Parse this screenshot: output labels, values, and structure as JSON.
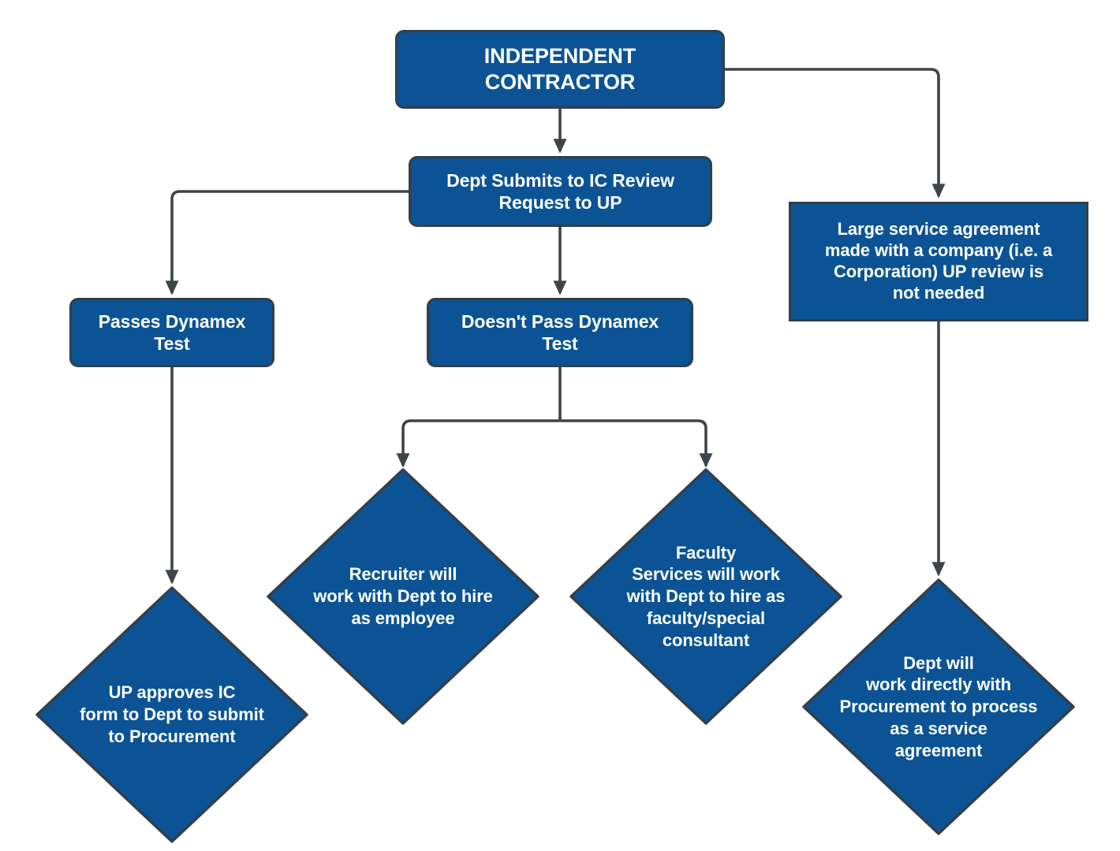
{
  "diagram": {
    "title_node": "INDEPENDENT\nCONTRACTOR",
    "colors": {
      "node_fill": "#0B5394",
      "node_border": "#333F48",
      "node_text": "#FFFFFF",
      "edge": "#3F4448",
      "background": "#FFFFFF"
    },
    "nodes": [
      {
        "id": "independent-contractor",
        "shape": "rounded-rect",
        "label": "INDEPENDENT\nCONTRACTOR",
        "font_size": 27
      },
      {
        "id": "dept-submits",
        "shape": "rounded-rect",
        "label": "Dept Submits to IC Review\nRequest to UP",
        "font_size": 23
      },
      {
        "id": "large-service-agreement",
        "shape": "rect",
        "label": "Large service agreement\nmade with a company (i.e. a\nCorporation) UP review is\nnot needed",
        "font_size": 22
      },
      {
        "id": "passes-dynamex",
        "shape": "rounded-rect",
        "label": "Passes Dynamex\nTest",
        "font_size": 23
      },
      {
        "id": "doesnt-pass-dynamex",
        "shape": "rounded-rect",
        "label": "Doesn't Pass Dynamex\nTest",
        "font_size": 23
      },
      {
        "id": "up-approves-ic",
        "shape": "diamond",
        "label": "UP approves IC\nform to Dept to submit\nto Procurement",
        "font_size": 22
      },
      {
        "id": "recruiter-hire-employee",
        "shape": "diamond",
        "label": "Recruiter will\nwork with Dept to hire\nas employee",
        "font_size": 22
      },
      {
        "id": "faculty-services",
        "shape": "diamond",
        "label": "Faculty\nServices will work\nwith Dept to hire as\nfaculty/special\nconsultant",
        "font_size": 22
      },
      {
        "id": "dept-procurement-service-agreement",
        "shape": "diamond",
        "label": "Dept will\nwork directly with\nProcurement to process\nas a service\nagreement",
        "font_size": 22
      }
    ],
    "edges": [
      {
        "from": "independent-contractor",
        "to": "dept-submits",
        "style": "straight-down"
      },
      {
        "from": "independent-contractor",
        "to": "large-service-agreement",
        "style": "right-then-down"
      },
      {
        "from": "dept-submits",
        "to": "passes-dynamex",
        "style": "left-then-down"
      },
      {
        "from": "dept-submits",
        "to": "doesnt-pass-dynamex",
        "style": "straight-down"
      },
      {
        "from": "passes-dynamex",
        "to": "up-approves-ic",
        "style": "straight-down"
      },
      {
        "from": "doesnt-pass-dynamex",
        "to": "recruiter-hire-employee",
        "style": "split-left"
      },
      {
        "from": "doesnt-pass-dynamex",
        "to": "faculty-services",
        "style": "split-right"
      },
      {
        "from": "large-service-agreement",
        "to": "dept-procurement-service-agreement",
        "style": "straight-down"
      }
    ]
  }
}
